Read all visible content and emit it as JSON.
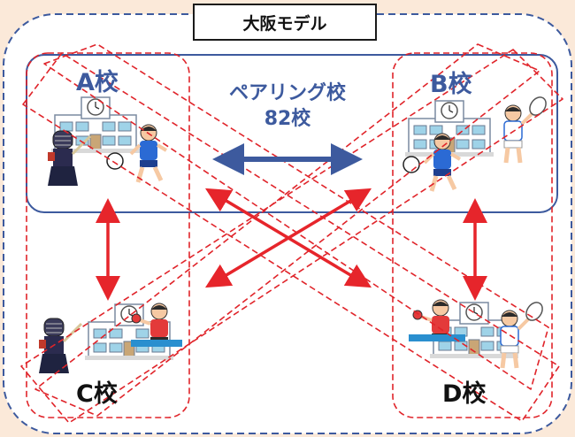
{
  "title": "大阪モデル",
  "pairing": {
    "line1": "ペアリング校",
    "line2": "82校"
  },
  "schools": {
    "a": "A校",
    "b": "B校",
    "c": "C校",
    "d": "D校"
  },
  "colors": {
    "background": "#fbe9d9",
    "outer_dashed": "#3d5a9e",
    "pair_box": "#3d5a9e",
    "red_dashed": "#e0242a",
    "blue_arrow": "#3d5a9e",
    "red_arrow": "#e6252b",
    "school_label_blue": "#3d5a9e"
  },
  "icons": [
    "school-building-icon",
    "kendo-player-icon",
    "soccer-player-icon",
    "tennis-player-icon",
    "table-tennis-player-icon"
  ]
}
